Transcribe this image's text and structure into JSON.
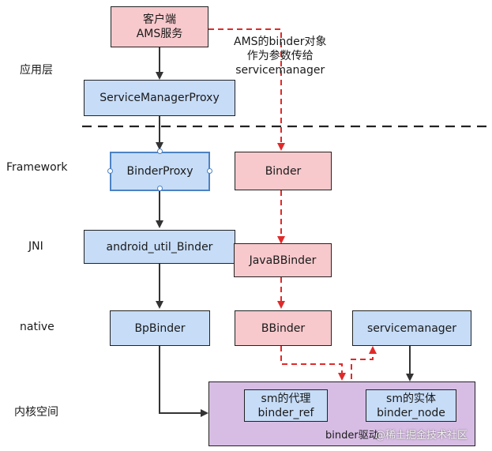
{
  "layers": {
    "app": "应用层",
    "framework": "Framework",
    "jni": "JNI",
    "native": "native",
    "kernel": "内核空间"
  },
  "boxes": {
    "client_line1": "客户端",
    "client_line2": "AMS服务",
    "service_manager_proxy": "ServiceManagerProxy",
    "binder_proxy": "BinderProxy",
    "binder": "Binder",
    "android_util_binder": "android_util_Binder",
    "java_bbinder": "JavaBBinder",
    "bp_binder": "BpBinder",
    "bbinder": "BBinder",
    "servicemanager": "servicemanager",
    "sm_proxy_line1": "sm的代理",
    "sm_proxy_line2": "binder_ref",
    "sm_entity_line1": "sm的实体",
    "sm_entity_line2": "binder_node",
    "driver_label": "binder驱动"
  },
  "annotation": {
    "line1": "AMS的binder对象",
    "line2": "作为参数传给",
    "line3": "servicemanager"
  },
  "watermark": "@稀土掘金技术社区",
  "colors": {
    "blue_box": "#c6dcf7",
    "pink_box": "#f7c9cc",
    "purple_box": "#d7bde4",
    "red_dashed": "#e02a2a"
  }
}
